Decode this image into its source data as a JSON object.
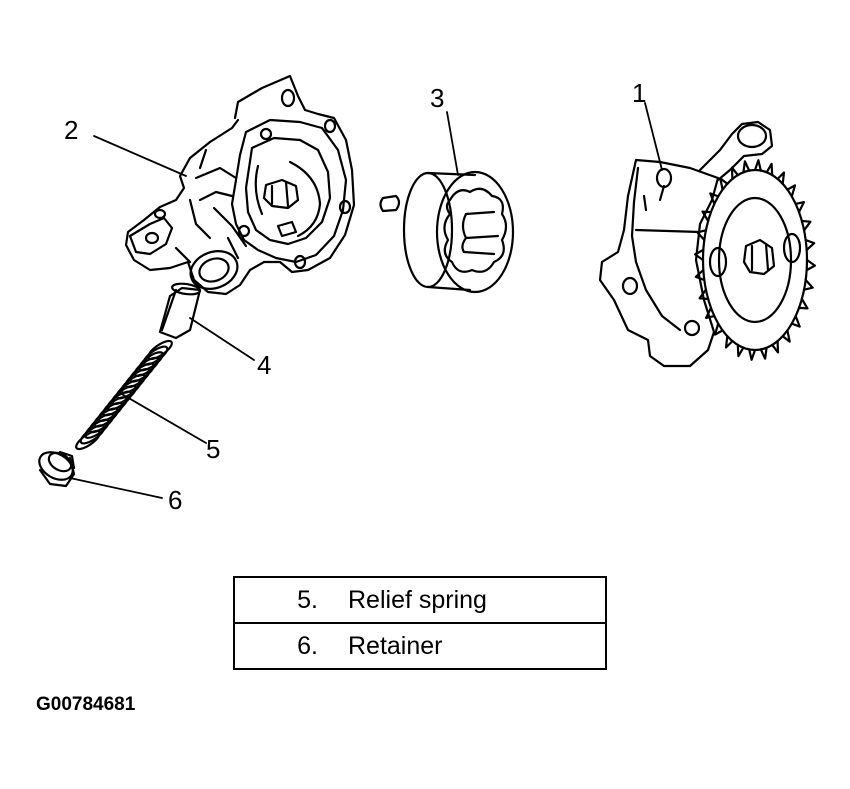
{
  "callouts": [
    {
      "id": "1",
      "label": "1"
    },
    {
      "id": "2",
      "label": "2"
    },
    {
      "id": "3",
      "label": "3"
    },
    {
      "id": "4",
      "label": "4"
    },
    {
      "id": "5",
      "label": "5"
    },
    {
      "id": "6",
      "label": "6"
    }
  ],
  "legend": [
    {
      "number": "5.",
      "text": "Relief spring"
    },
    {
      "number": "6.",
      "text": "Retainer"
    }
  ],
  "figure_code": "G00784681",
  "colors": {
    "line": "#000000",
    "background": "#ffffff"
  }
}
